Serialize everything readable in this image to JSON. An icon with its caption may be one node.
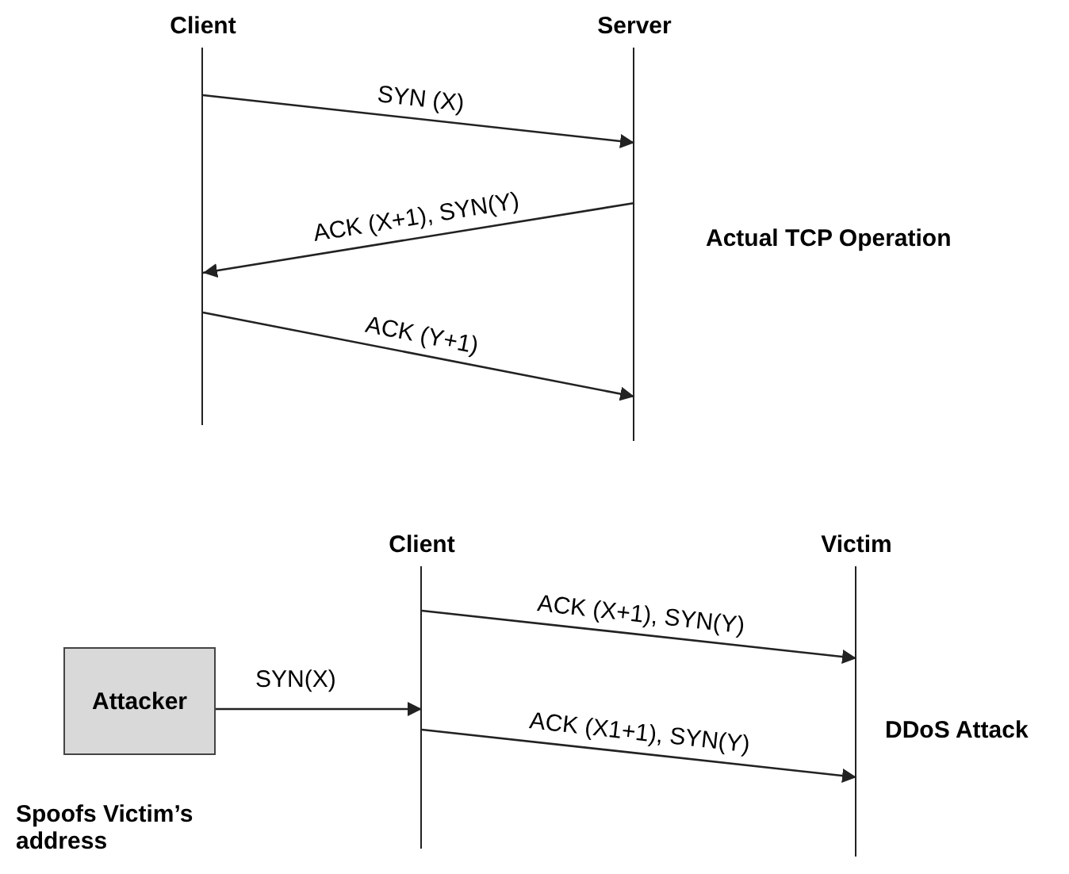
{
  "diagram": {
    "nodes": [
      {
        "text": [
          "Client"
        ]
      },
      {
        "text": [
          "Server"
        ]
      },
      {
        "text": [
          "Client"
        ]
      },
      {
        "text": [
          "Victim"
        ]
      },
      {
        "text": [
          "Attacker"
        ],
        "beside": [
          "Spoofs Victim’s address"
        ]
      }
    ],
    "edges": [
      {
        "from": 0,
        "to": 1,
        "arrow": "to",
        "label": "SYN (X)"
      },
      {
        "from": 1,
        "to": 0,
        "arrow": "to",
        "label": "ACK (X+1), SYN(Y)"
      },
      {
        "from": 0,
        "to": 1,
        "arrow": "to",
        "label": "ACK (Y+1)"
      },
      {
        "from": 2,
        "to": 3,
        "arrow": "to",
        "label": "ACK (X+1), SYN(Y)"
      },
      {
        "from": 4,
        "to": 2,
        "arrow": "to",
        "label": "SYN(X)"
      },
      {
        "from": 2,
        "to": 3,
        "arrow": "to",
        "label": "ACK (X1+1), SYN(Y)"
      }
    ],
    "labels": [
      "Actual TCP Operation",
      "DDoS Attack"
    ]
  }
}
